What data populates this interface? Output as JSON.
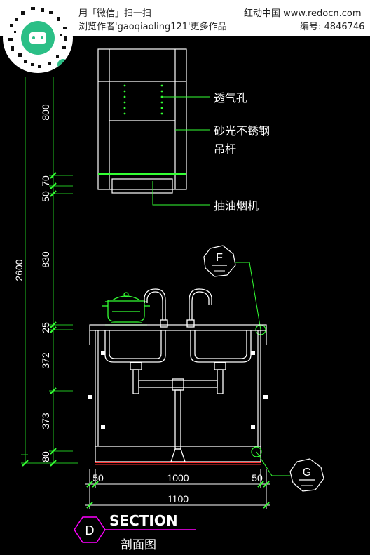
{
  "watermark": {
    "line1": "用「微信」扫一扫",
    "line2": "浏览作者'gaoqiaoling121'更多作品",
    "site": "红动中国 www.redocn.com",
    "id_label": "编号: 4846746"
  },
  "drawing": {
    "callouts": {
      "vent": "透气孔",
      "rod_line1": "砂光不锈钢",
      "rod_line2": "吊杆",
      "hood": "抽油烟机"
    },
    "vertical_dims": {
      "total": "2600",
      "d800": "800",
      "d70": "70",
      "d50": "50",
      "d830": "830",
      "d25": "25",
      "d372": "372",
      "d373": "373",
      "d80": "80"
    },
    "horizontal_dims": {
      "left": "50",
      "mid": "1000",
      "right": "50",
      "total": "1100"
    },
    "markers": {
      "F": "F",
      "G": "G",
      "D": "D"
    },
    "title": "SECTION",
    "subtitle": "剖面图"
  },
  "colors": {
    "line_green": "#20c020",
    "bright_green": "#33ff33",
    "white": "#ffffff",
    "magenta": "#ff00ff",
    "floor_red": "#ff3030"
  }
}
